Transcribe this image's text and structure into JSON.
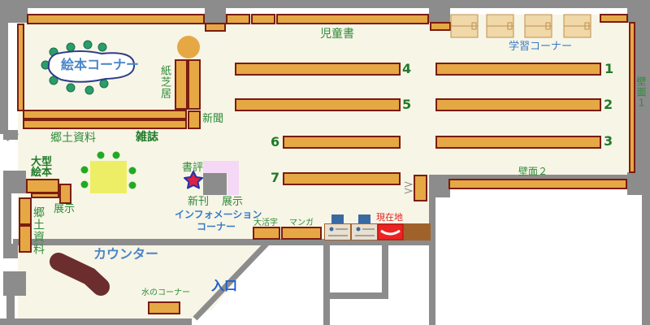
{
  "labels": {
    "childrens_books": "児童書",
    "picture_book_corner": "絵本コーナー",
    "kamishibai": "紙芝居",
    "newspaper": "新聞",
    "local_materials_top": "郷土資料",
    "magazines": "雑誌",
    "large_picture_books": "大型絵本",
    "exhibit_left": "展示",
    "local_materials_left": "郷土資料",
    "counter": "カウンター",
    "water_corner": "水のコーナー",
    "entrance": "入口",
    "book_review": "書評",
    "new_arrivals": "新刊",
    "exhibit_center": "展示",
    "information_corner_1": "インフォメーション",
    "information_corner_2": "コーナー",
    "large_print": "大活字",
    "manga": "マンガ",
    "current_location": "現在地",
    "study_corner": "学習コーナー",
    "wall_1": "壁面１",
    "wall_2": "壁面２",
    "shelf_1": "1",
    "shelf_2": "2",
    "shelf_3": "3",
    "shelf_4": "4",
    "shelf_5": "5",
    "shelf_6": "6",
    "shelf_7": "7"
  },
  "colors": {
    "wall": "#8c8c8c",
    "floor": "#f7f5e6",
    "shelf_fill": "#e6a845",
    "shelf_stroke": "#7a1c10",
    "picture_book_area": "#ffffff",
    "stool": "#2a9d6b",
    "round_table": "#e6a845",
    "reading_table": "#eeee66",
    "chair": "#22aa22",
    "info_corner": "#f5d8f5",
    "counter": "#6b2d2d",
    "current_location": "#ee2222",
    "computer_screen": "#3a6aa0",
    "study_desk": "#f0d8a8",
    "label_green": "#2f8a3a",
    "label_blue": "#3a7bc8",
    "star_fill": "#dd2244",
    "star_stroke": "#2233aa"
  },
  "icons": {
    "current_location_marker": "star-icon",
    "stairs": "stairs-icon"
  }
}
